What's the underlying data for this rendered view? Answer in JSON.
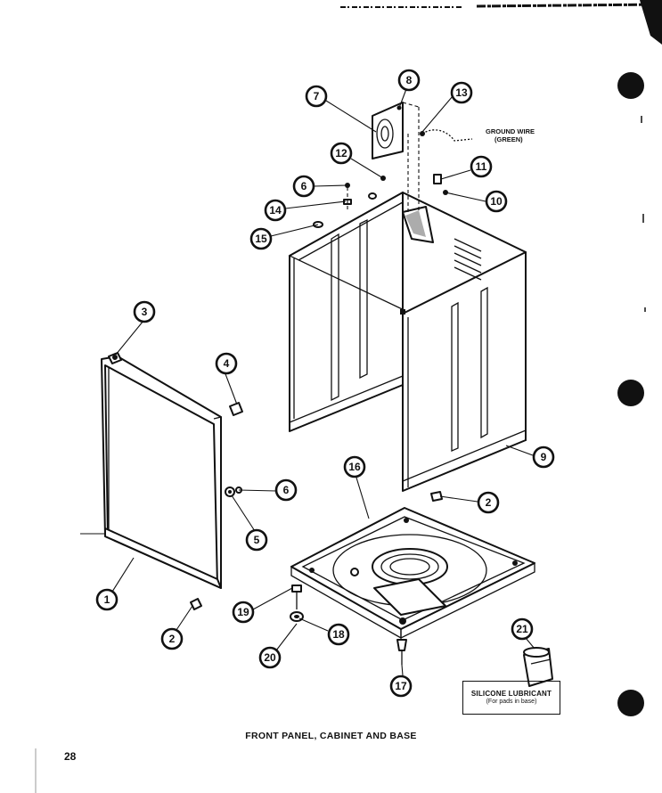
{
  "caption": "FRONT PANEL, CABINET AND BASE",
  "page_number": "28",
  "ground_wire": {
    "line1": "GROUND WIRE",
    "line2": "(GREEN)"
  },
  "lubricant_note": {
    "line1": "SILICONE LUBRICANT",
    "line2": "(For pads in base)"
  },
  "callouts": [
    "1",
    "2",
    "3",
    "4",
    "5",
    "6",
    "7",
    "8",
    "9",
    "10",
    "11",
    "12",
    "13",
    "14",
    "15",
    "16",
    "17",
    "18",
    "19",
    "20",
    "21"
  ]
}
